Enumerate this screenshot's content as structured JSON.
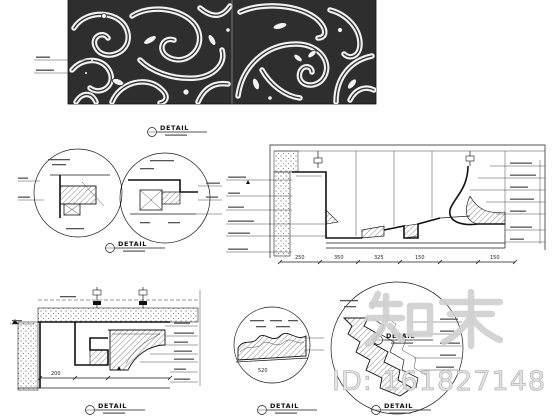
{
  "details": [
    {
      "label": "DETAIL"
    },
    {
      "label": "DETAIL"
    },
    {
      "label": "DETAIL"
    },
    {
      "label": "DETAIL"
    },
    {
      "label": "DETAIL"
    },
    {
      "label": "DETAIL"
    }
  ],
  "dimensions": {
    "detail_3": [
      "250",
      "350",
      "325",
      "150",
      "150"
    ],
    "detail_4": [
      "200"
    ],
    "detail_5": [
      "520"
    ]
  },
  "watermark": {
    "logo_text": "知末",
    "id_text": "ID: 161827148"
  },
  "colors": {
    "linework": "#1a1a1a",
    "panel_background": "#2e2e2e",
    "scroll_band": "#f2f2f2",
    "watermark": "#cfcfcf"
  }
}
